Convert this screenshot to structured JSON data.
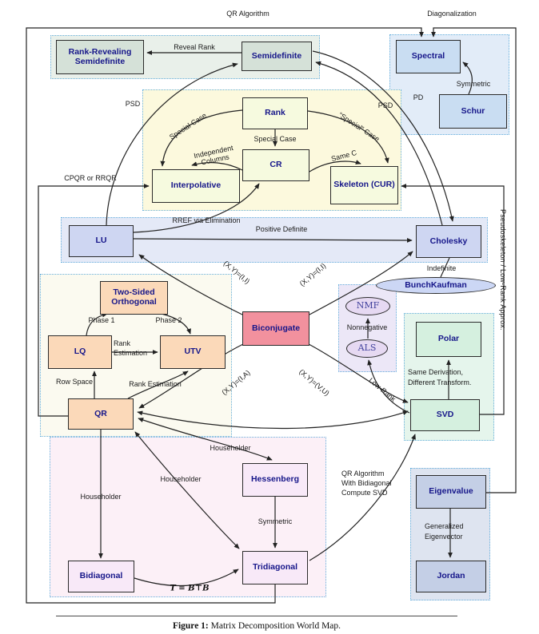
{
  "figure": {
    "label": "Figure 1:",
    "caption": "Matrix Decomposition World Map."
  },
  "top_labels": {
    "qr_algorithm": "QR Algorithm",
    "diagonalization": "Diagonalization"
  },
  "nodes": {
    "rank_revealing_semidefinite": "Rank-Revealing Semidefinite",
    "semidefinite": "Semidefinite",
    "spectral": "Spectral",
    "schur": "Schur",
    "rank": "Rank",
    "cr": "CR",
    "interpolative": "Interpolative",
    "skeleton": "Skeleton (CUR)",
    "lu": "LU",
    "cholesky": "Cholesky",
    "bunchkaufman": "BunchKaufman",
    "two_sided_orthogonal": "Two-Sided Orthogonal",
    "lq": "LQ",
    "utv": "UTV",
    "qr": "QR",
    "biconjugate": "Biconjugate",
    "nmf": "NMF",
    "als": "ALS",
    "polar": "Polar",
    "svd": "SVD",
    "hessenberg": "Hessenberg",
    "tridiagonal": "Tridiagonal",
    "bidiagonal": "Bidiagonal",
    "eigenvalue": "Eigenvalue",
    "jordan": "Jordan"
  },
  "edge_labels": {
    "reveal_rank": "Reveal Rank",
    "symmetric_schur": "Symmetric",
    "psd_left": "PSD",
    "psd_right": "PSD",
    "pd": "PD",
    "special_case_left": "Special Case",
    "special_case_mid": "Special Case",
    "special_case_right": "“Special” Case",
    "independent_1": "Independent",
    "independent_2": "Columns",
    "same_c": "Same C",
    "cpqr": "CPQR or RRQR",
    "rref": "RREF via Elimination",
    "positive_definite": "Positive Definite",
    "xy_ii_left": "(X,Y)=(I,I)",
    "xy_ii_right": "(X,Y)=(I,I)",
    "xy_ia": "(X,Y)=(I,A)",
    "xy_vu": "(X,Y)=(V,U)",
    "indefinite": "Indefinite",
    "pseudoskeleton": "Pseudoskeleton / Low-Rank Approx.",
    "nonnegative": "Nonnegative",
    "same_derivation_1": "Same Derivation,",
    "same_derivation_2": "Different Transform.",
    "low_rank": "Low-Rank",
    "row_space": "Row Space",
    "rank_est_1": "Rank",
    "rank_est_2": "Estimation",
    "rank_estimation": "Rank Estimation",
    "phase1": "Phase 1",
    "phase2": "Phase 2",
    "householder_hessenberg": "Householder",
    "householder_tridiagonal": "Householder",
    "householder_bidiagonal": "Householder",
    "symmetric_tridiagonal": "Symmetric",
    "qr_bidiag_1": "QR Algorithm",
    "qr_bidiag_2": "With Bidiagonal",
    "qr_bidiag_3": "Compute SVD",
    "t_btb": "T = B⊤B",
    "generalized_1": "Generalized",
    "generalized_2": "Eigenvector"
  },
  "colors": {
    "region_border": "#67b0dd",
    "node_text": "#16168a",
    "sage_box": "#d5e1d8",
    "blue_box": "#c9ddf2",
    "yellow_box": "#f6fadf",
    "periwinkle_box": "#ced6f2",
    "peach_box": "#fbd9b9",
    "rose_box": "#f2919e",
    "violet_ellipse": "#e6d9f2",
    "mint_box": "#d5f0df",
    "pink_box": "#f8e9f8",
    "bluegray_box": "#c4cfe6",
    "line": "#222222"
  }
}
